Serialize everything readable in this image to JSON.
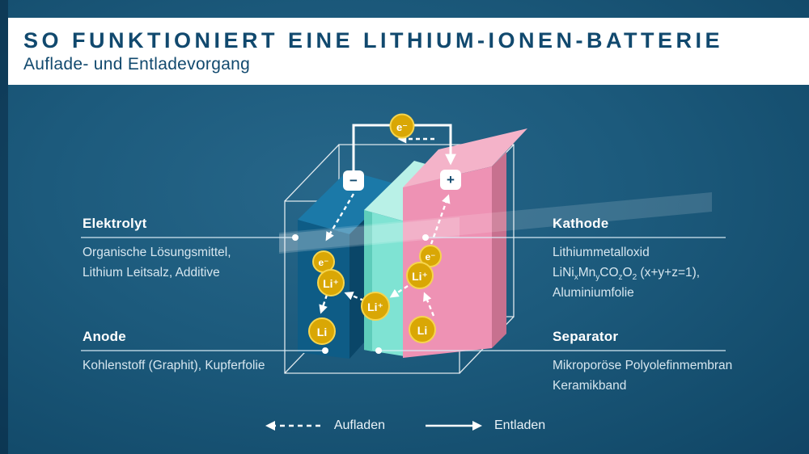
{
  "header": {
    "title": "SO FUNKTIONIERT EINE LITHIUM-IONEN-BATTERIE",
    "subtitle": "Auflade- und Entladevorgang"
  },
  "labels": {
    "elektrolyt": {
      "title": "Elektrolyt",
      "line1": "Organische Lösungsmittel,",
      "line2": "Lithium Leitsalz, Additive"
    },
    "anode": {
      "title": "Anode",
      "line1": "Kohlenstoff (Graphit), Kupferfolie"
    },
    "kathode": {
      "title": "Kathode",
      "line1": "Lithiummetalloxid",
      "formula": {
        "p0": "LiNi",
        "s0": "x",
        "p1": "Mn",
        "s1": "y",
        "p2": "CO",
        "s2": "z",
        "p3": "O",
        "s3": "2",
        "p4": " (x+y+z=1),"
      },
      "line3": "Aluminiumfolie"
    },
    "separator": {
      "title": "Separator",
      "line1": "Mikroporöse Polyolefinmembran",
      "line2": "Keramikband"
    }
  },
  "battery": {
    "terminal_minus": "−",
    "terminal_plus": "+",
    "particles": {
      "electron": "e⁻",
      "lithium_ion": "Li⁺",
      "lithium": "Li"
    }
  },
  "legend": {
    "charge": "Aufladen",
    "discharge": "Entladen"
  },
  "colors": {
    "background": "#1C5A7C",
    "banner": "#FFFFFF",
    "heading_text": "#11496E",
    "anode_blue": "#0E5C86",
    "separator_teal": "#7FE3D3",
    "kathode_pink": "#EE92B4",
    "particle_gold": "#D9A705",
    "line_white": "#FFFFFF"
  }
}
